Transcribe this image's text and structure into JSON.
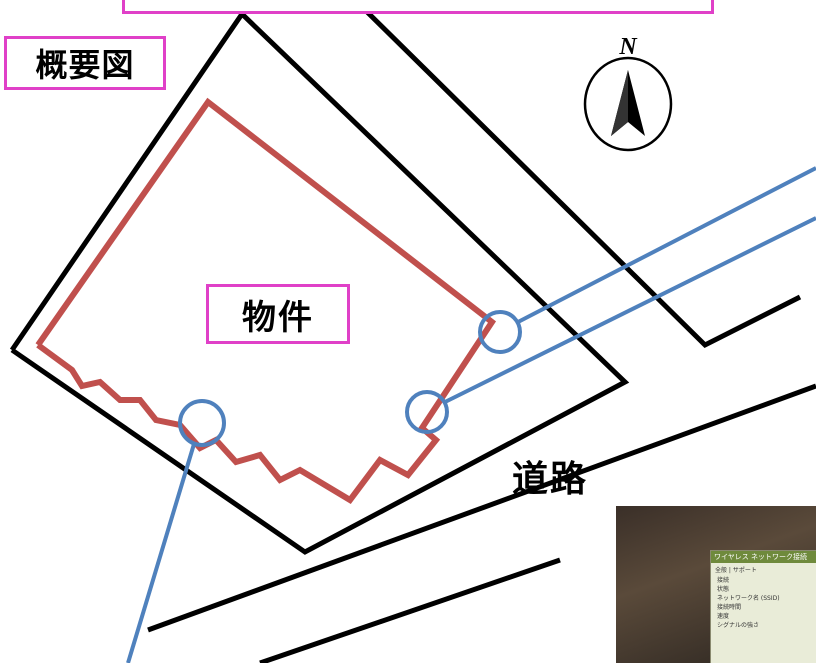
{
  "title": "概要図",
  "property_label": "物件",
  "road_label": "道路",
  "north_marker": "N",
  "icons": {
    "north_arrow": "north-arrow-icon"
  },
  "colors": {
    "boundary": "#c0504d",
    "callout": "#4f81bd",
    "label_border": "#e040c8",
    "road_lines": "#000000"
  },
  "photo": {
    "window_title": "ワイヤレス ネットワーク接続",
    "tabs": "全般 | サポート",
    "rows": [
      "接続",
      "状態",
      "ネットワーク名 (SSID)",
      "接続時間",
      "速度",
      "シグナルの強さ"
    ]
  }
}
